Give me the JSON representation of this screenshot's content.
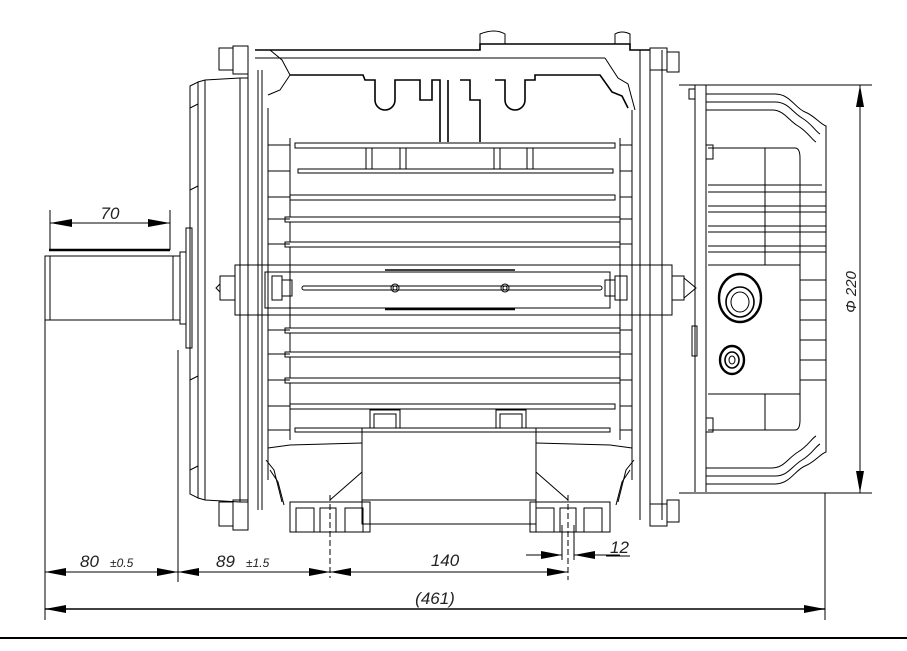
{
  "drawing": {
    "subject": "Electric motor side view with dimensions",
    "dimensions": {
      "shaft_length": "70",
      "shaft_to_flange": "80",
      "shaft_to_flange_tol": "±0.5",
      "flange_to_foot_hole": "89",
      "flange_to_foot_hole_tol": "±1.5",
      "foot_hole_spacing": "140",
      "foot_hole_diameter": "12",
      "overall_length": "(461)",
      "fan_cover_diameter": "Φ 220"
    },
    "colors": {
      "line": "#000000",
      "background": "#ffffff",
      "text": "#222222"
    }
  }
}
